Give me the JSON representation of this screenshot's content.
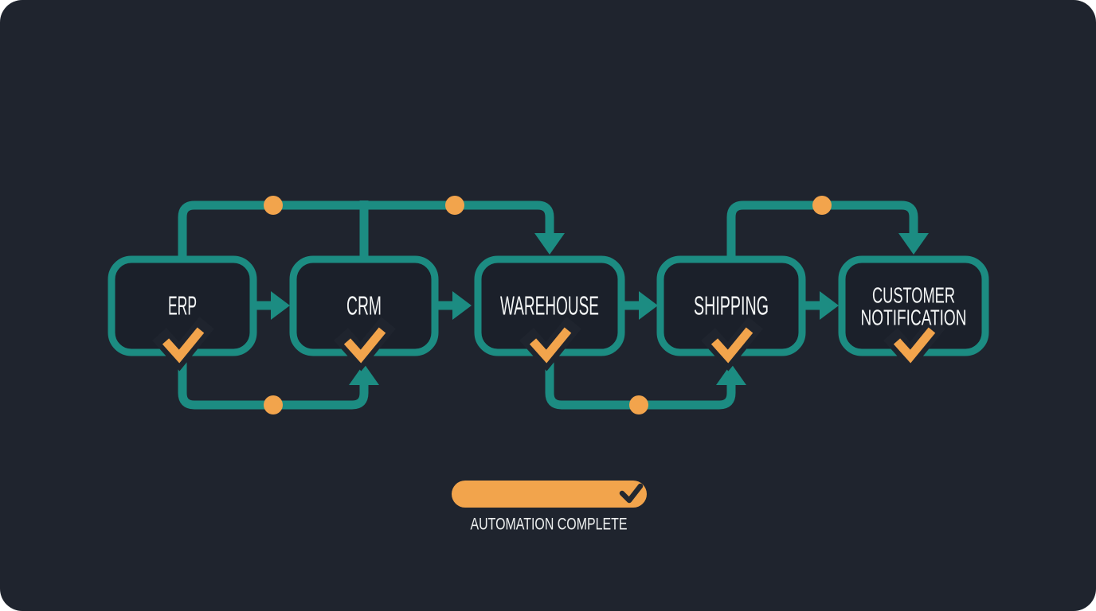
{
  "canvas": {
    "page_background_color": "#ffffff",
    "surface_color": "#1f242e",
    "node_fill_color": "#1b202a",
    "connector_color": "#1c8c82",
    "accent_color": "#f2a44c",
    "label_color": "#f4f6f6",
    "status_check_color": "#232830"
  },
  "flow": {
    "nodes": [
      {
        "id": "erp",
        "label": "ERP",
        "completed": true
      },
      {
        "id": "crm",
        "label": "CRM",
        "completed": true
      },
      {
        "id": "warehouse",
        "label": "WAREHOUSE",
        "completed": true
      },
      {
        "id": "shipping",
        "label": "SHIPPING",
        "completed": true
      },
      {
        "id": "customer-notification",
        "label": "CUSTOMER NOTIFICATION",
        "label_lines": [
          "CUSTOMER",
          "NOTIFICATION"
        ],
        "completed": true
      }
    ],
    "connector_markers": 5
  },
  "status_bar": {
    "label": "AUTOMATION COMPLETE",
    "state": "complete"
  }
}
